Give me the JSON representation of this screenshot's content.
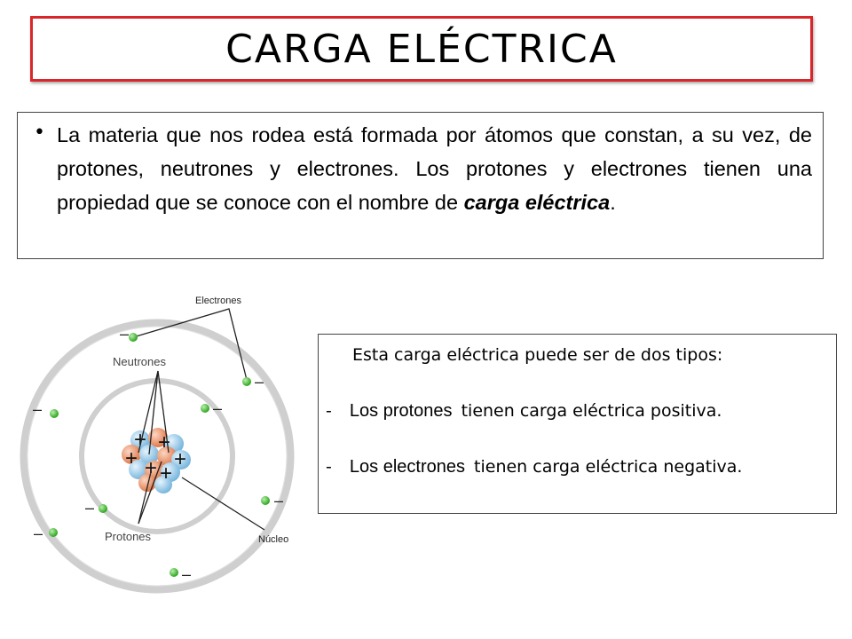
{
  "title": "CARGA ELÉCTRICA",
  "intro": {
    "text_before": "La materia que nos rodea está formada por átomos que constan, a su vez, de protones, neutrones y electrones. Los protones y electrones tienen una propiedad que se conoce con el nombre de ",
    "emphasis": "carga eléctrica",
    "text_after": "."
  },
  "diagram": {
    "label_electrones": "Electrones",
    "label_neutrones": "Neutrones",
    "label_protones": "Protones",
    "label_nucleo": "Núcleo",
    "plus_sign": "+",
    "minus_sign": "–",
    "colors": {
      "electron": "#3fbf2e",
      "proton": "#e98a5e",
      "neutron": "#8ec6e6",
      "orbit": "#bdbdbd"
    }
  },
  "info": {
    "intro": "Esta carga eléctrica puede ser de dos tipos:",
    "dash": "-",
    "items": [
      {
        "term": "Los protones",
        "rest": "tienen carga eléctrica positiva."
      },
      {
        "term": "Los electrones",
        "rest": "tienen carga eléctrica negativa."
      }
    ]
  }
}
